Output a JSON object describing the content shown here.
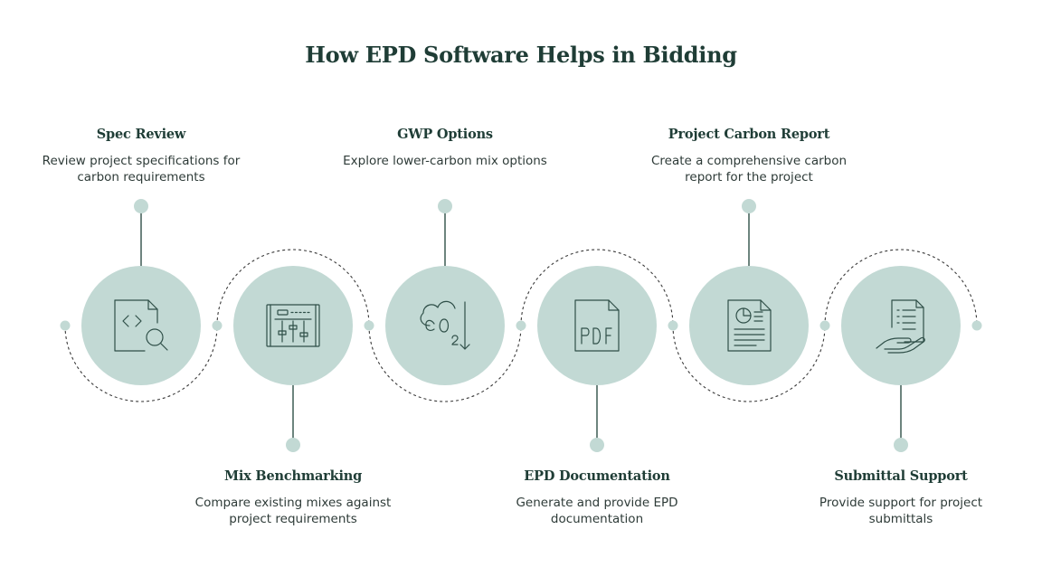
{
  "title": "How EPD Software Helps in Bidding",
  "colors": {
    "circle_fill": "#c2d9d4",
    "icon_stroke": "#2f4f48",
    "dash_stroke": "#3a3a3a",
    "heading": "#1f3d36"
  },
  "steps": [
    {
      "heading": "Spec Review",
      "text": "Review project specifications for carbon requirements",
      "icon": "code-file-search-icon"
    },
    {
      "heading": "Mix Benchmarking",
      "text": "Compare existing mixes against project requirements",
      "icon": "sliders-panel-icon"
    },
    {
      "heading": "GWP Options",
      "text": "Explore lower-carbon mix options",
      "icon": "co2-cloud-down-icon"
    },
    {
      "heading": "EPD Documentation",
      "text": "Generate and provide EPD documentation",
      "icon": "pdf-file-icon"
    },
    {
      "heading": "Project Carbon Report",
      "text": "Create a comprehensive carbon report for the project",
      "icon": "report-chart-icon"
    },
    {
      "heading": "Submittal Support",
      "text": "Provide support for project submittals",
      "icon": "hand-document-icon"
    }
  ]
}
